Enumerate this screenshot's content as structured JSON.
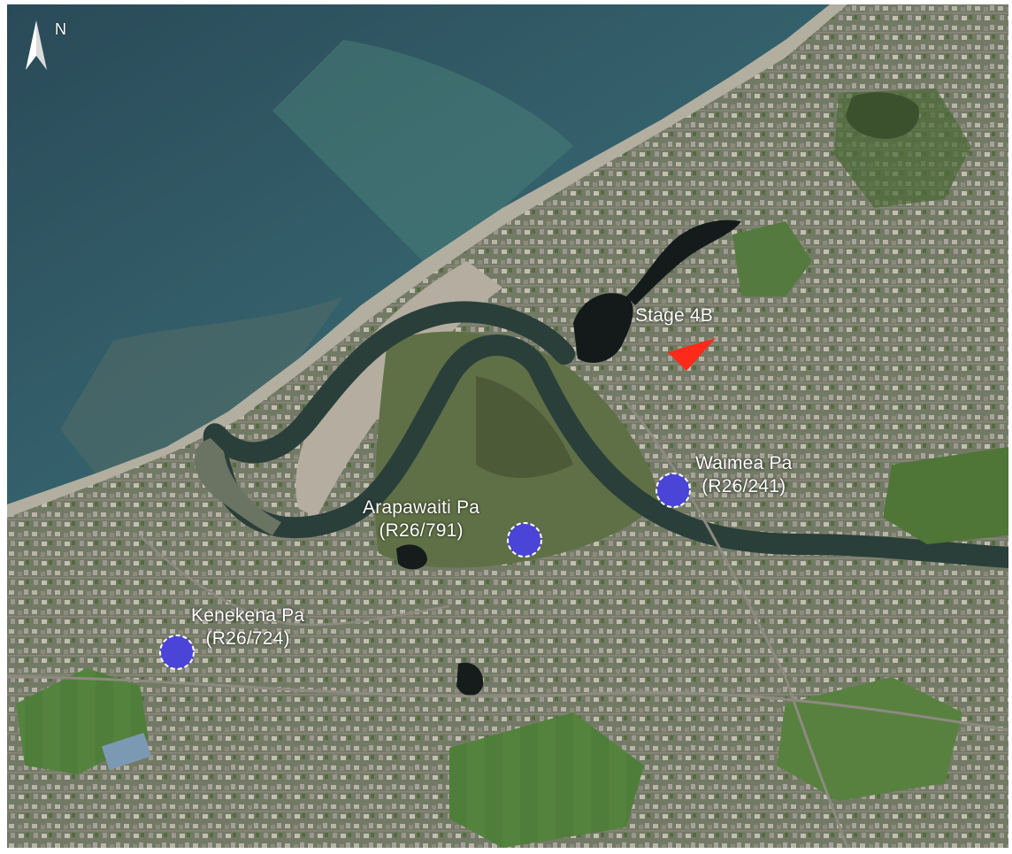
{
  "north_arrow": {
    "letter": "N",
    "icon": "north-arrow-icon"
  },
  "colors": {
    "pa_marker_fill": "#4a45d6",
    "pa_marker_outline": "#ffffff",
    "stage_marker": "#ff2a1a",
    "label_text": "#ffffff"
  },
  "sites": [
    {
      "name": "Waimea Pa",
      "ref": "(R26/241)",
      "icon": "pa-site-marker-icon"
    },
    {
      "name": "Arapawaiti Pa",
      "ref": "(R26/791)",
      "icon": "pa-site-marker-icon"
    },
    {
      "name": "Kenekena Pa",
      "ref": "(R26/724)",
      "icon": "pa-site-marker-icon"
    }
  ],
  "stage": {
    "label": "Stage 4B",
    "icon": "stage-area-marker-icon"
  }
}
